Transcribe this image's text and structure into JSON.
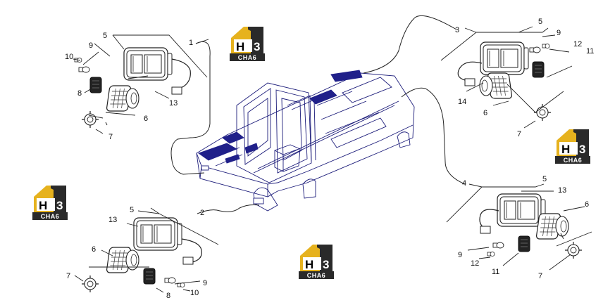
{
  "colors": {
    "cab_stroke": "#1c1c7a",
    "cab_fill_accent": "#20208a",
    "line": "#222222",
    "logo_gold": "#e6b21e",
    "logo_dark": "#2a2a2a"
  },
  "logo": {
    "mark_left": "H",
    "mark_right": "3",
    "band": "CHA6"
  },
  "callouts": {
    "top_left": [
      "1",
      "5",
      "9",
      "10",
      "8",
      "13",
      "6",
      "7"
    ],
    "top_right": [
      "3",
      "5",
      "9",
      "12",
      "11",
      "14",
      "6",
      "7"
    ],
    "bottom_left": [
      "2",
      "5",
      "13",
      "6",
      "7",
      "8",
      "9",
      "10"
    ],
    "bottom_right": [
      "4",
      "5",
      "13",
      "6",
      "9",
      "12",
      "11",
      "7"
    ]
  }
}
